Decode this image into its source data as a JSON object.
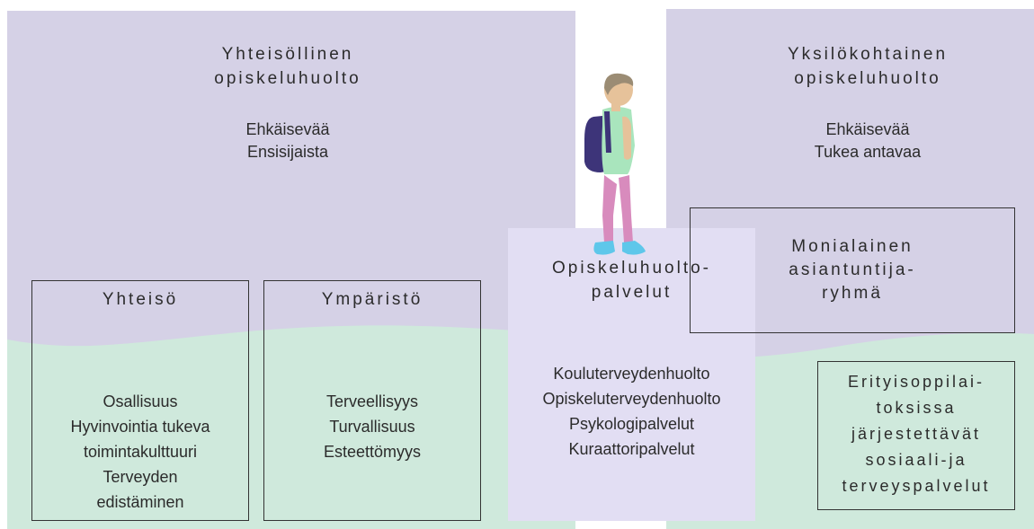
{
  "colors": {
    "lavender": "#d5d1e6",
    "mint": "#cfe9dc",
    "center": "#e2def3",
    "border": "#333333"
  },
  "left_panel": {
    "title_line1": "Yhteisöllinen",
    "title_line2": "opiskeluhuolto",
    "sub_line1": "Ehkäisevää",
    "sub_line2": "Ensisijaista"
  },
  "right_panel": {
    "title_line1": "Yksilökohtainen",
    "title_line2": "opiskeluhuolto",
    "sub_line1": "Ehkäisevää",
    "sub_line2": "Tukea antavaa"
  },
  "center_panel": {
    "title_line1": "Opiskeluhuolto-",
    "title_line2": "palvelut",
    "items": [
      "Kouluterveydenhuolto",
      "Opiskeluterveydenhuolto",
      "Psykologipalvelut",
      "Kuraattoripalvelut"
    ]
  },
  "box_yhteiso": {
    "title": "Yhteisö",
    "items": [
      "Osallisuus",
      "Hyvinvointia tukeva",
      "toimintakulttuuri",
      "Terveyden",
      "edistäminen"
    ]
  },
  "box_ymparisto": {
    "title": "Ympäristö",
    "items": [
      "Terveellisyys",
      "Turvallisuus",
      "Esteettömyys"
    ]
  },
  "box_moniala": {
    "lines": [
      "Monialainen",
      "asiantuntija-",
      "ryhmä"
    ]
  },
  "box_erityis": {
    "lines": [
      "Erityisoppilai-",
      "toksissa",
      "järjestettävät",
      "sosiaali-ja",
      "terveyspalvelut"
    ]
  }
}
